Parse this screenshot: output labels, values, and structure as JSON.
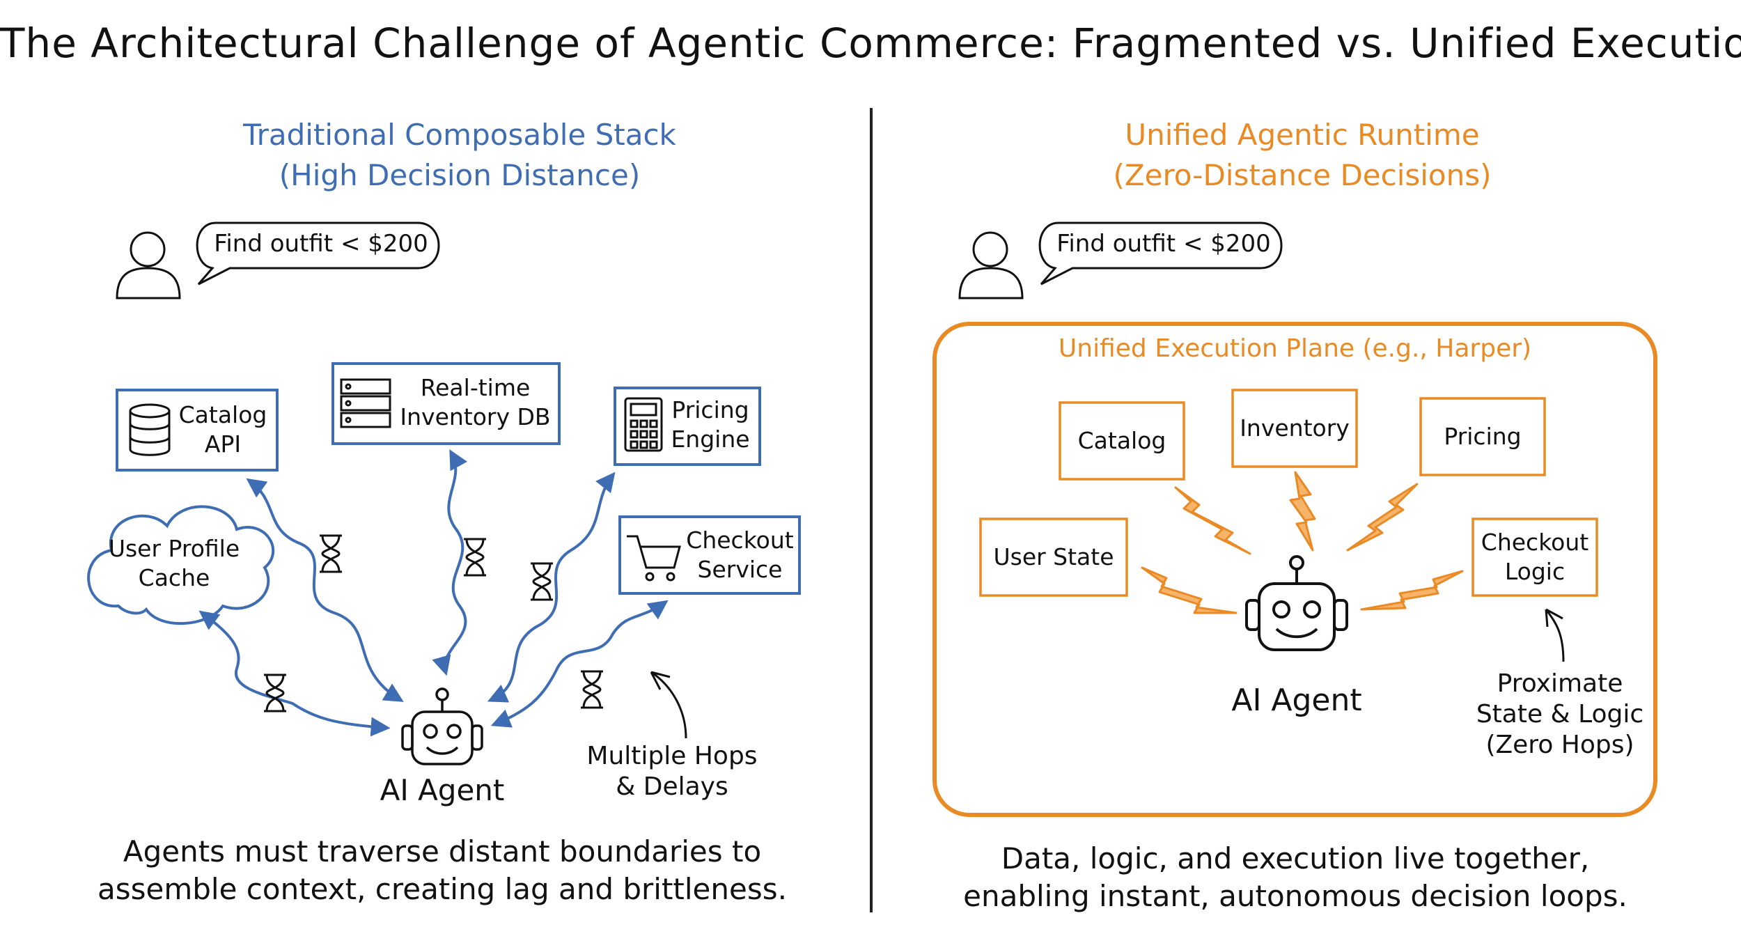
{
  "title": "The Architectural Challenge of Agentic Commerce: Fragmented vs. Unified Execution",
  "left": {
    "title_line1": "Traditional Composable Stack",
    "title_line2": "(High Decision Distance)",
    "speech": "Find outfit < $200",
    "boxes": {
      "catalog": [
        "Catalog",
        "API"
      ],
      "inventory": [
        "Real-time",
        "Inventory DB"
      ],
      "pricing": [
        "Pricing",
        "Engine"
      ],
      "checkout": [
        "Checkout",
        "Service"
      ],
      "profile": [
        "User Profile",
        "Cache"
      ]
    },
    "agent_label": "AI Agent",
    "note": [
      "Multiple Hops",
      "& Delays"
    ],
    "caption": [
      "Agents must traverse distant boundaries to",
      "assemble context, creating lag and brittleness."
    ]
  },
  "right": {
    "title_line1": "Unified Agentic Runtime",
    "title_line2": "(Zero-Distance Decisions)",
    "speech": "Find outfit < $200",
    "plane_label": "Unified Execution Plane (e.g., Harper)",
    "boxes": {
      "catalog": "Catalog",
      "inventory": "Inventory",
      "pricing": "Pricing",
      "user_state": "User State",
      "checkout": [
        "Checkout",
        "Logic"
      ]
    },
    "agent_label": "AI Agent",
    "note": [
      "Proximate",
      "State & Logic",
      "(Zero Hops)"
    ],
    "caption": [
      "Data, logic, and execution live together,",
      "enabling instant, autonomous decision loops."
    ]
  },
  "colors": {
    "blue": "#3f6db3",
    "orange": "#e98a24",
    "ink": "#111111"
  }
}
